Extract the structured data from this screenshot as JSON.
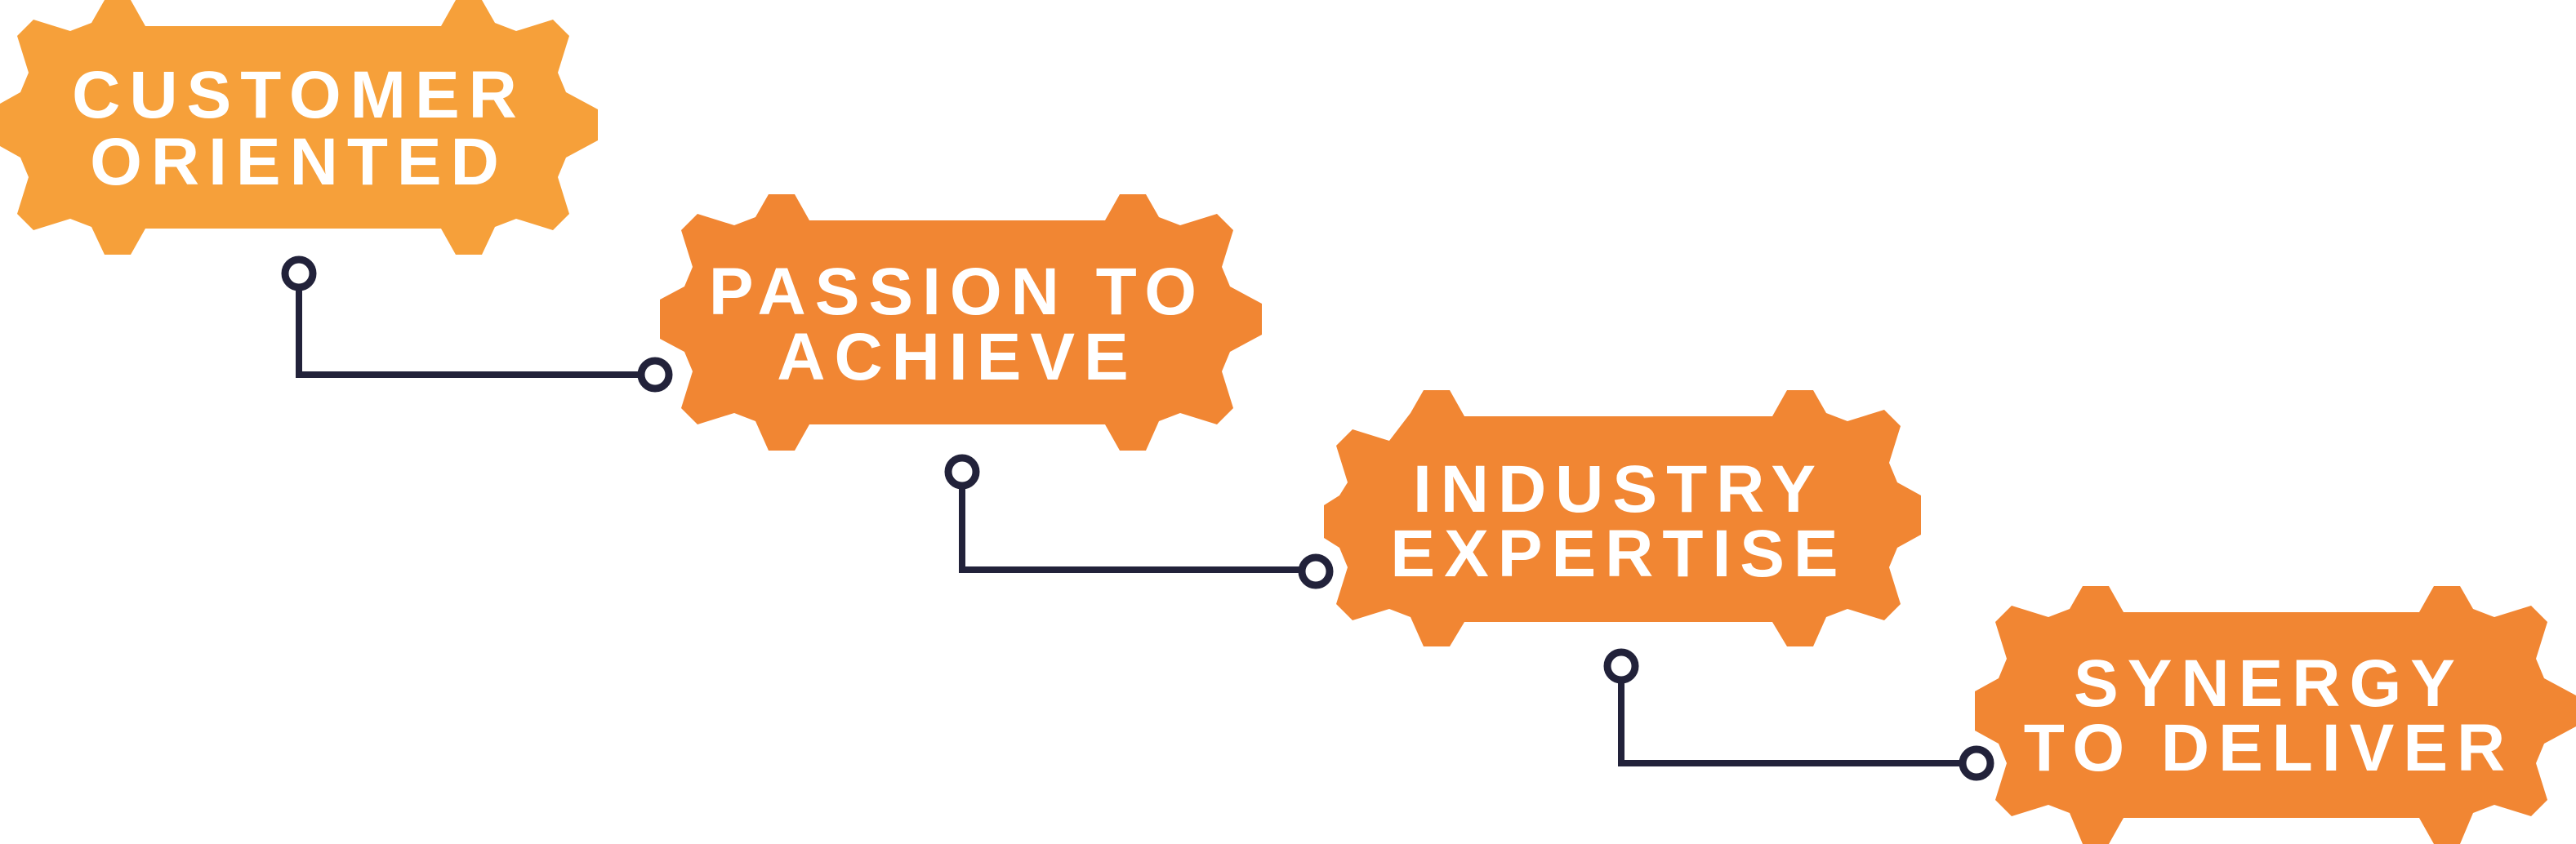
{
  "colors": {
    "gear_first": "#F6A03A",
    "gear_rest": "#F18633",
    "connector": "#22223A",
    "node_fill": "#FFFFFF",
    "text": "#FFFFFF"
  },
  "steps": [
    {
      "line1": "CUSTOMER",
      "line2": "ORIENTED"
    },
    {
      "line1": "PASSION TO",
      "line2": "ACHIEVE"
    },
    {
      "line1": "INDUSTRY",
      "line2": "EXPERTISE"
    },
    {
      "line1": "SYNERGY",
      "line2": "TO DELIVER"
    }
  ]
}
